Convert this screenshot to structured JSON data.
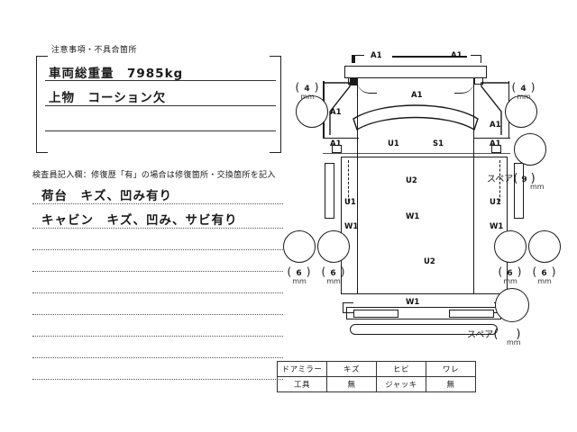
{
  "document": {
    "type": "vehicle-inspection-sheet",
    "language": "ja"
  },
  "left_panel": {
    "caution_heading": "注意事項・不具合箇所",
    "caution_rows": [
      {
        "label": "車両総重量",
        "value": "7985kg",
        "text": "車両総重量　7985kg"
      },
      {
        "label": "上物",
        "value": "コーション欠",
        "text": "上物　コーション欠"
      },
      {
        "label": "",
        "value": "",
        "text": ""
      }
    ],
    "inspector_heading": "検査員記入欄：修復歴「有」の場合は修復箇所・交換箇所を記入",
    "inspector_rows": [
      {
        "text": "荷台　キズ、凹み有り"
      },
      {
        "text": "キャビン　キズ、凹み、サビ有り"
      },
      {
        "text": ""
      },
      {
        "text": ""
      },
      {
        "text": ""
      },
      {
        "text": ""
      },
      {
        "text": ""
      },
      {
        "text": ""
      },
      {
        "text": ""
      }
    ]
  },
  "diagram": {
    "panel_labels": {
      "front_bumper_left": "A1",
      "front_bumper_right": "A1",
      "hood": "A1",
      "left_fender": "A1",
      "right_fender": "A1",
      "left_front_lower": "A1",
      "right_front_lower": "A1",
      "windshield_left": "U1",
      "windshield_right": "S1",
      "left_door": "U1",
      "right_door": "U1",
      "left_bed_side": "W1",
      "right_bed_side": "W1",
      "bed_front": "U2",
      "bed_center": "W1",
      "bed_rear": "U2",
      "rear_bumper": "W1"
    },
    "tires": [
      {
        "position": "front-left",
        "depth": "4",
        "unit": "mm"
      },
      {
        "position": "front-right",
        "depth": "4",
        "unit": "mm"
      },
      {
        "position": "rear-left-outer",
        "depth": "6",
        "unit": "mm"
      },
      {
        "position": "rear-left-inner",
        "depth": "6",
        "unit": "mm"
      },
      {
        "position": "rear-right-inner",
        "depth": "6",
        "unit": "mm"
      },
      {
        "position": "rear-right-outer",
        "depth": "6",
        "unit": "mm"
      }
    ],
    "spares": [
      {
        "label": "スペア",
        "depth": "9",
        "unit": "mm"
      },
      {
        "label": "スペア",
        "depth": "",
        "unit": "mm"
      }
    ]
  },
  "bottom_table": {
    "rows": [
      [
        "ドアミラー",
        "キズ",
        "ヒビ",
        "ワレ"
      ],
      [
        "工具",
        "無",
        "ジャッキ",
        "無"
      ]
    ]
  },
  "colors": {
    "ink": "#1a1a1a",
    "rule": "#555555",
    "background": "#ffffff"
  }
}
